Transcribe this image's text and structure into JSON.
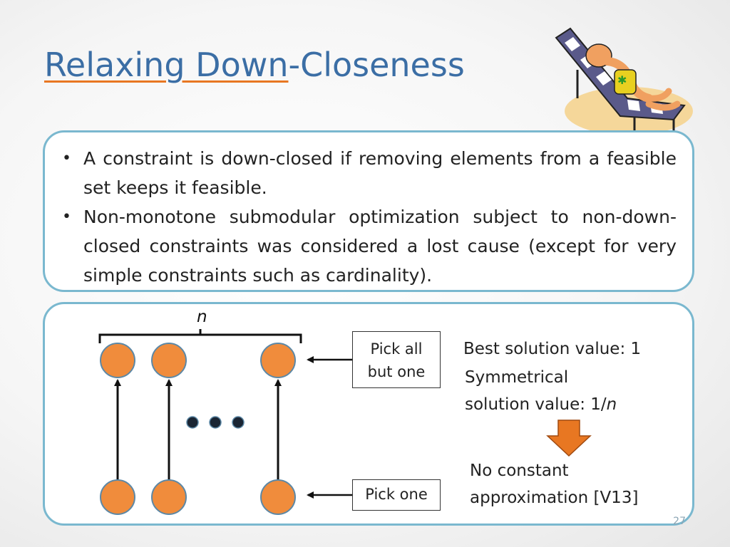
{
  "slide": {
    "title_part1": "Relaxing Down",
    "title_part2": "-Closeness",
    "bullets": [
      "A constraint is down-closed if removing elements from a feasible set keeps it feasible.",
      "Non-monotone submodular optimization subject to non-down-closed constraints was considered a lost cause (except for very simple constraints such as cardinality)."
    ],
    "bullet_glyph": "•",
    "page_number": "27"
  },
  "diagram": {
    "brace_label": "n",
    "label_pick_all_line1": "Pick all",
    "label_pick_all_line2": "but one",
    "label_pick_one": "Pick one",
    "best_solution": "Best solution value: 1",
    "symmetrical_line1": "Symmetrical",
    "symmetrical_line2_prefix": "solution value:  1/",
    "symmetrical_line2_var": "n",
    "no_constant_line1": "No constant",
    "no_constant_line2": "approximation [V13]",
    "node_color": "#f08c3c",
    "arrow_color": "#e87722",
    "accent_blue": "#3b6ea5",
    "box_border": "#7ab8cf"
  }
}
